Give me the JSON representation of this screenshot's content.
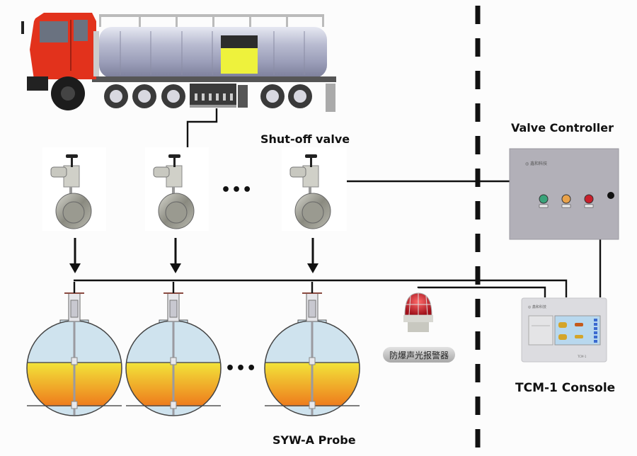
{
  "labels": {
    "shutoff_valve": "Shut-off valve",
    "valve_controller": "Valve Controller",
    "console": "TCM-1 Console",
    "probe": "SYW-A Probe",
    "alarm": "防爆声光报警器",
    "ellipsis": "•••"
  },
  "valve_controller_panel": {
    "lamps": [
      {
        "name": "green-lamp",
        "color": "#3aa37a"
      },
      {
        "name": "orange-lamp",
        "color": "#e9a24a"
      },
      {
        "name": "red-lamp",
        "color": "#c8202c"
      }
    ]
  },
  "colors": {
    "truck_cab": "#e2321c",
    "tank_body": "#b9bcd0",
    "placard_yellow": "#eef23c",
    "fluid_top": "#f2e43a",
    "fluid_bottom": "#ee7a1c",
    "vessel_air": "#cfe3ee",
    "line": "#111111"
  },
  "counts": {
    "valves_shown": 3,
    "tanks_shown": 3
  }
}
